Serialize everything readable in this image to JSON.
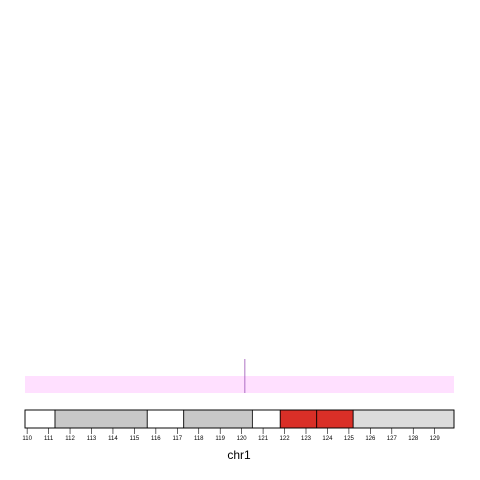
{
  "chart_data": {
    "type": "ideogram",
    "chromosome": "chr1",
    "xlabel": "chr1",
    "xlim": [
      109.9,
      129.9
    ],
    "ticks": [
      110,
      111,
      112,
      113,
      114,
      115,
      116,
      117,
      118,
      119,
      120,
      121,
      122,
      123,
      124,
      125,
      126,
      127,
      128,
      129
    ],
    "bands": [
      {
        "start": 109.9,
        "end": 111.3,
        "stain": "gneg",
        "color": "#ffffff"
      },
      {
        "start": 111.3,
        "end": 115.6,
        "stain": "gpos50",
        "color": "#c8c8c8"
      },
      {
        "start": 115.6,
        "end": 117.3,
        "stain": "gneg",
        "color": "#ffffff"
      },
      {
        "start": 117.3,
        "end": 120.5,
        "stain": "gpos50",
        "color": "#c8c8c8"
      },
      {
        "start": 120.5,
        "end": 121.8,
        "stain": "gneg",
        "color": "#ffffff"
      },
      {
        "start": 121.8,
        "end": 123.5,
        "stain": "acen",
        "color": "#d92f27"
      },
      {
        "start": 123.5,
        "end": 125.2,
        "stain": "acen",
        "color": "#d92f27"
      },
      {
        "start": 125.2,
        "end": 129.9,
        "stain": "gvar",
        "color": "#dcdcdc"
      }
    ],
    "highlight_region": {
      "start": 109.9,
      "end": 129.9,
      "color": "#ffe0ff"
    },
    "marker": {
      "position": 120.15,
      "color": "#9a50b4"
    }
  }
}
